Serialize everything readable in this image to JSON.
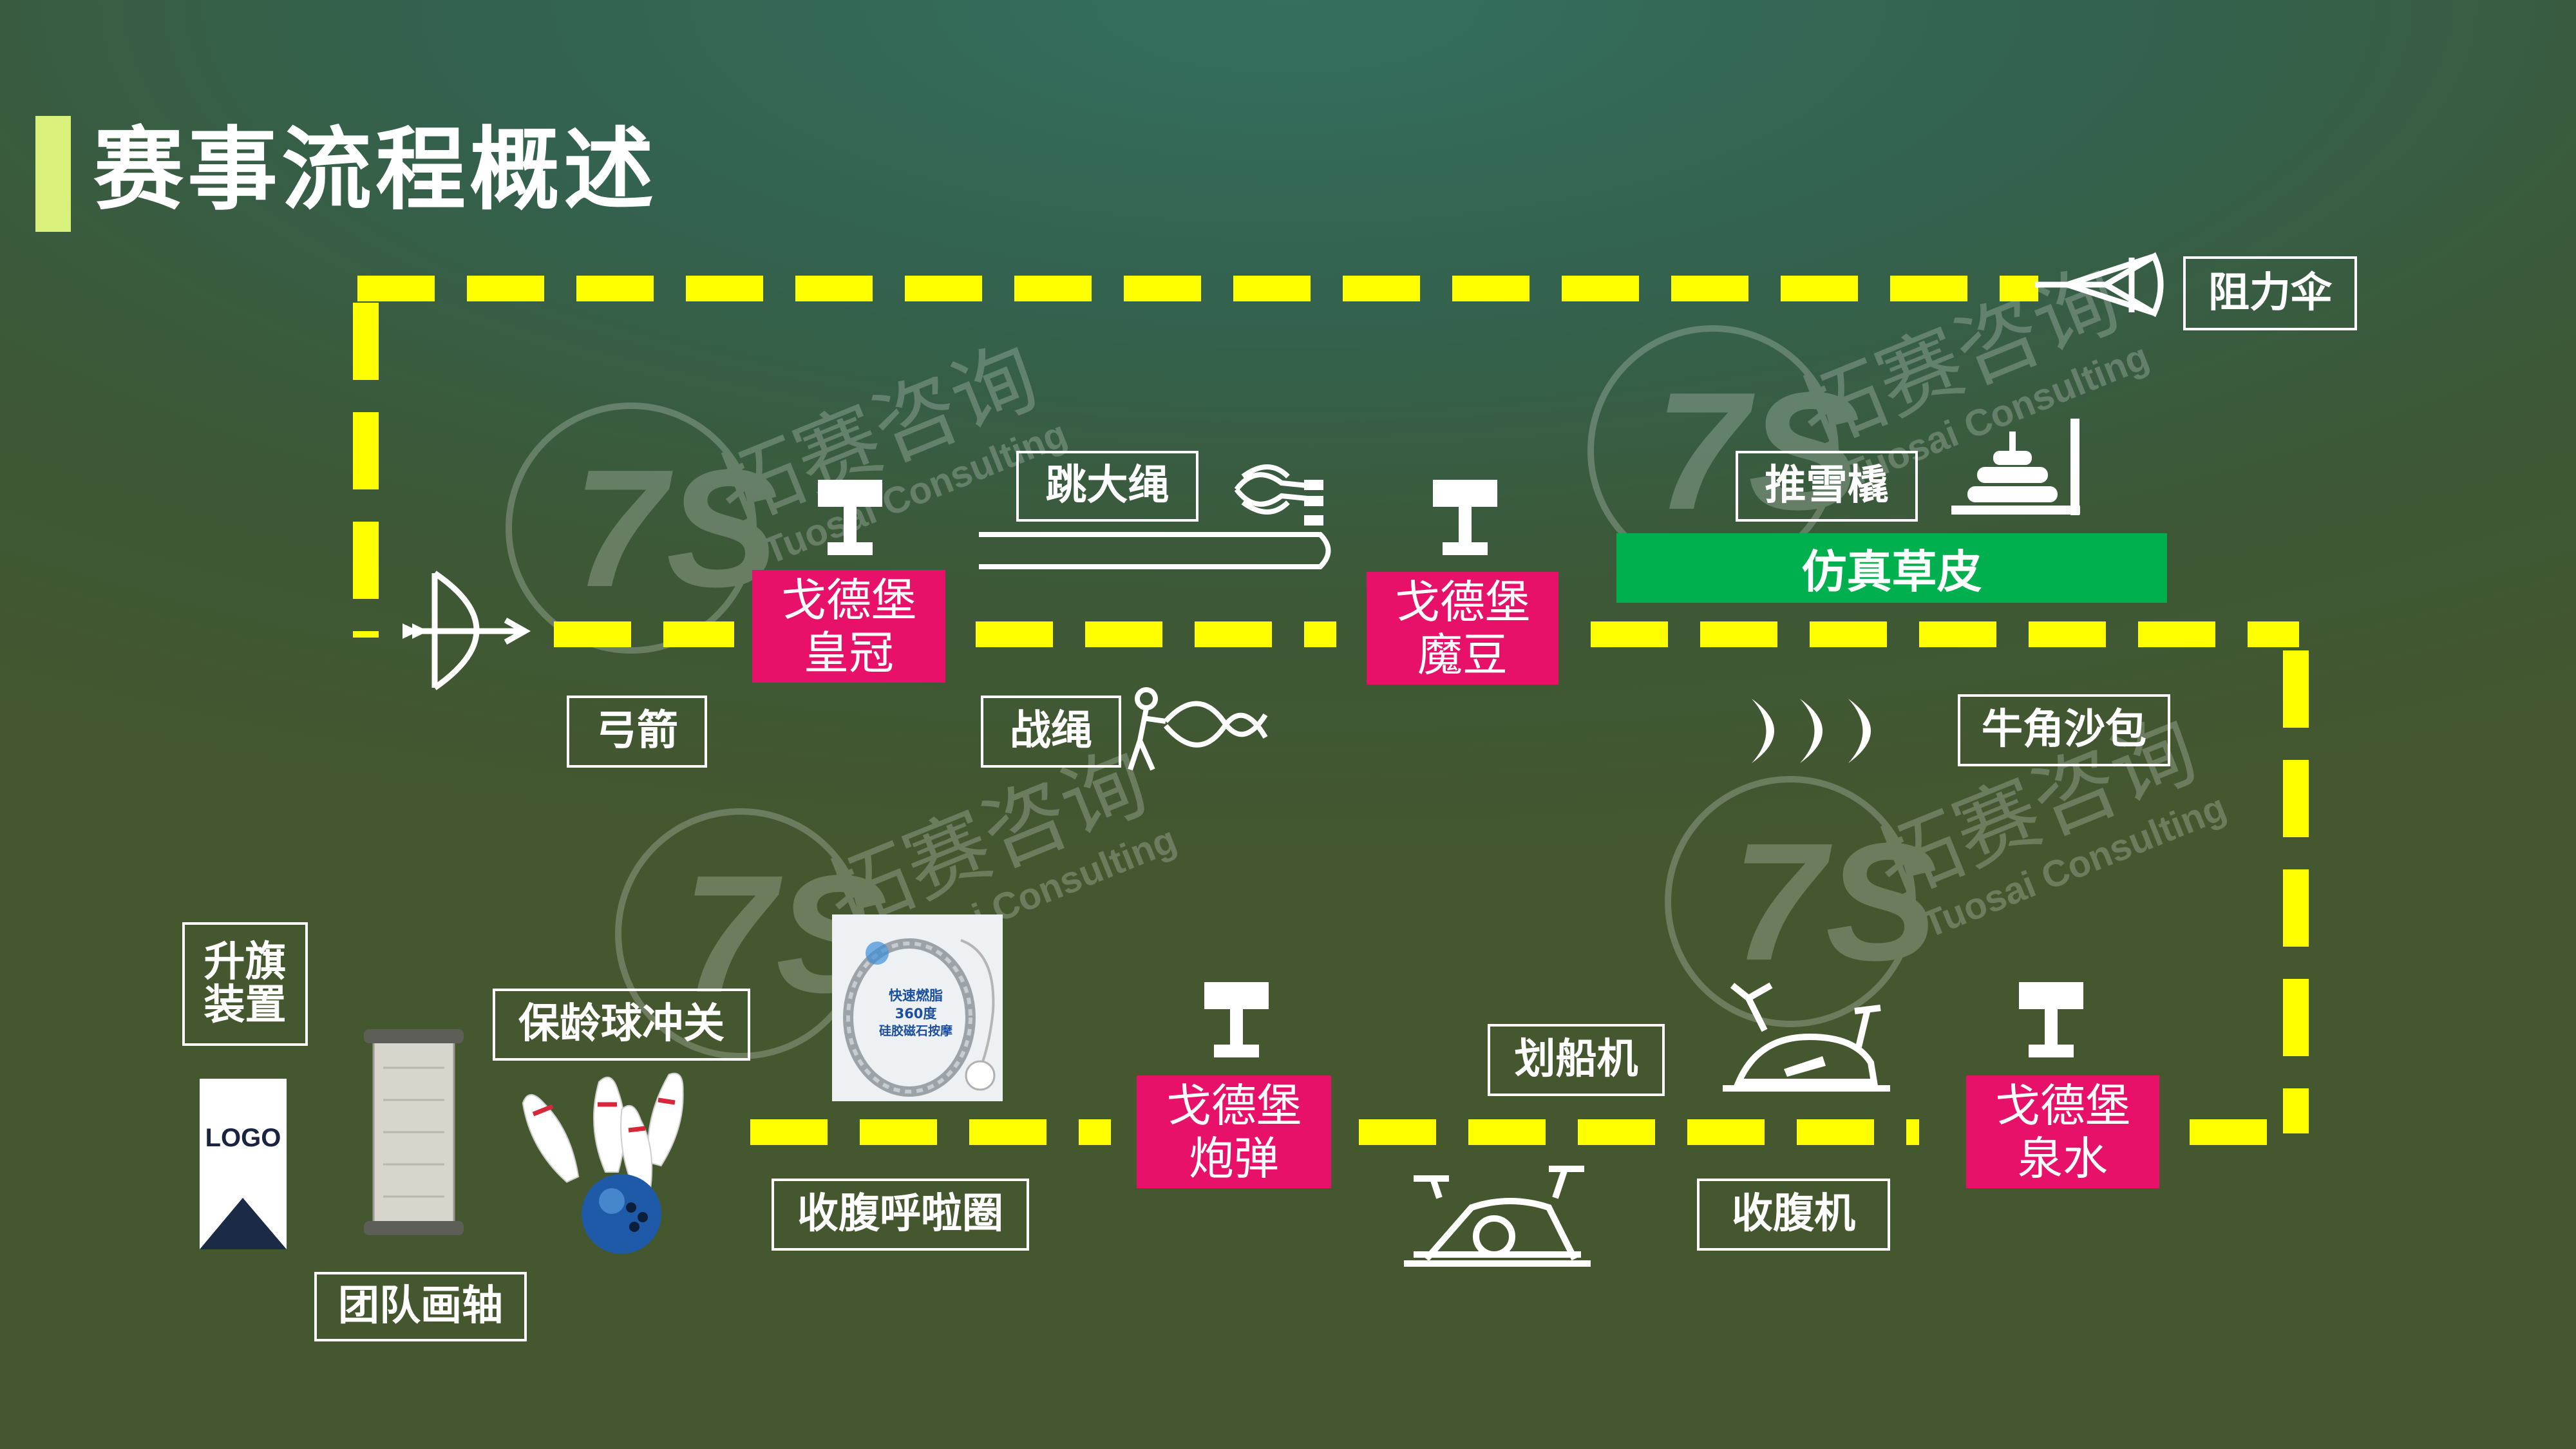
{
  "title": "赛事流程概述",
  "colors": {
    "path": "#ffff00",
    "station": "#e8116a",
    "turf": "#00b04f",
    "title_bar": "#d9f07a"
  },
  "stations": [
    {
      "id": "huangguan",
      "line1": "戈德堡",
      "line2": "皇冠"
    },
    {
      "id": "modou",
      "line1": "戈德堡",
      "line2": "魔豆"
    },
    {
      "id": "paodan",
      "line1": "戈德堡",
      "line2": "炮弹"
    },
    {
      "id": "quanshui",
      "line1": "戈德堡",
      "line2": "泉水"
    }
  ],
  "labels": {
    "zuliyan": "阻力伞",
    "tiaodasheng": "跳大绳",
    "tuixueqiao": "推雪橇",
    "gongjian": "弓箭",
    "zhansheng": "战绳",
    "niujiaoshabao": "牛角沙包",
    "shengqi_line1": "升旗",
    "shengqi_line2": "装置",
    "baolingqiu": "保龄球冲关",
    "shoufuhulaquan": "收腹呼啦圈",
    "huachuanji": "划船机",
    "shoufuji": "收腹机",
    "tuanduihuazhou": "团队画轴"
  },
  "turf": "仿真草皮",
  "logo_text": "LOGO",
  "hulahoop_lines": [
    "快速燃脂",
    "360度",
    "硅胶磁石按摩"
  ],
  "watermark": {
    "cn": "拓赛咨询",
    "en": "Tuosai Consulting"
  }
}
